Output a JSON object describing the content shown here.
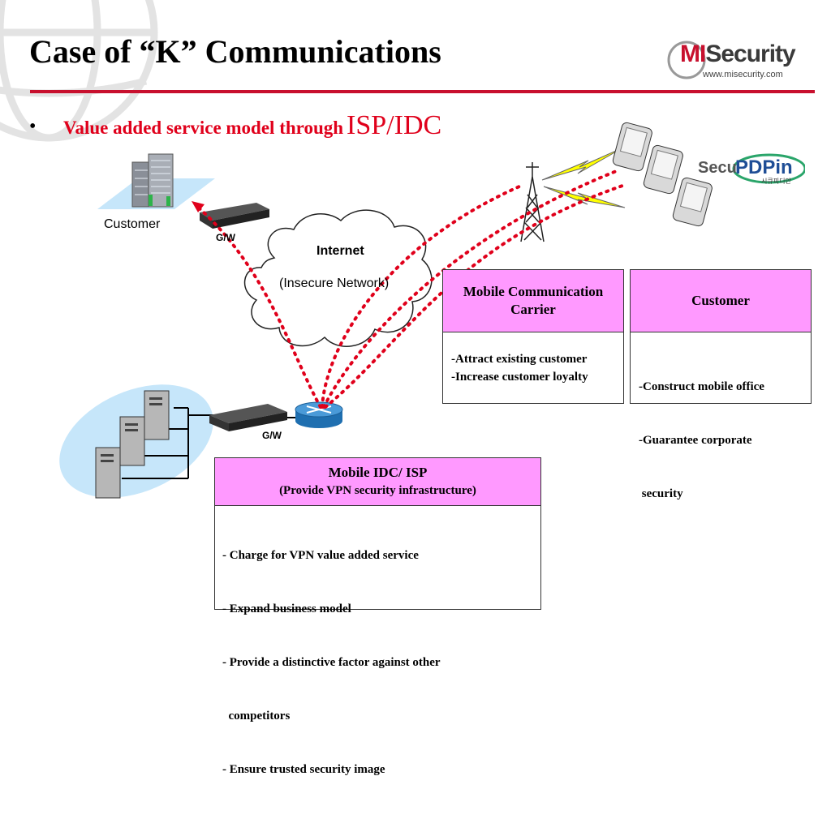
{
  "header": {
    "title": "Case of “K” Communications",
    "logo_brand_prefix": "MI",
    "logo_brand_suffix": "Security",
    "logo_url": "www.misecurity.com"
  },
  "subtitle": {
    "bullet": "•",
    "text": "Value added service model through",
    "emphasis": "ISP/IDC"
  },
  "diagram": {
    "customer_label": "Customer",
    "gw_top_label": "G/W",
    "gw_bottom_label": "G/W",
    "internet_title": "Internet",
    "internet_subtitle": "(Insecure Network)",
    "secupdpin": {
      "prefix": "Secu",
      "suffix": "PDPin",
      "korean": "시큐피디안"
    },
    "colors": {
      "accent_red": "#e0001b",
      "rule_red": "#c8102e",
      "box_header_pink": "#ff99ff",
      "bubble_blue": "#c6e6fa"
    }
  },
  "boxes": {
    "carrier": {
      "title_line1": "Mobile Communication",
      "title_line2": "Carrier",
      "items": [
        "-Attract existing customer",
        "-Increase customer loyalty"
      ]
    },
    "customer": {
      "title": "Customer",
      "items": [
        "-Construct mobile office",
        "-Guarantee corporate",
        " security"
      ]
    },
    "idc": {
      "title": "Mobile IDC/ ISP",
      "subtitle": "(Provide VPN security infrastructure)",
      "items": [
        "- Charge for VPN value added service",
        "- Expand business model",
        "- Provide a distinctive factor against other",
        "  competitors",
        "- Ensure trusted security image"
      ]
    }
  }
}
